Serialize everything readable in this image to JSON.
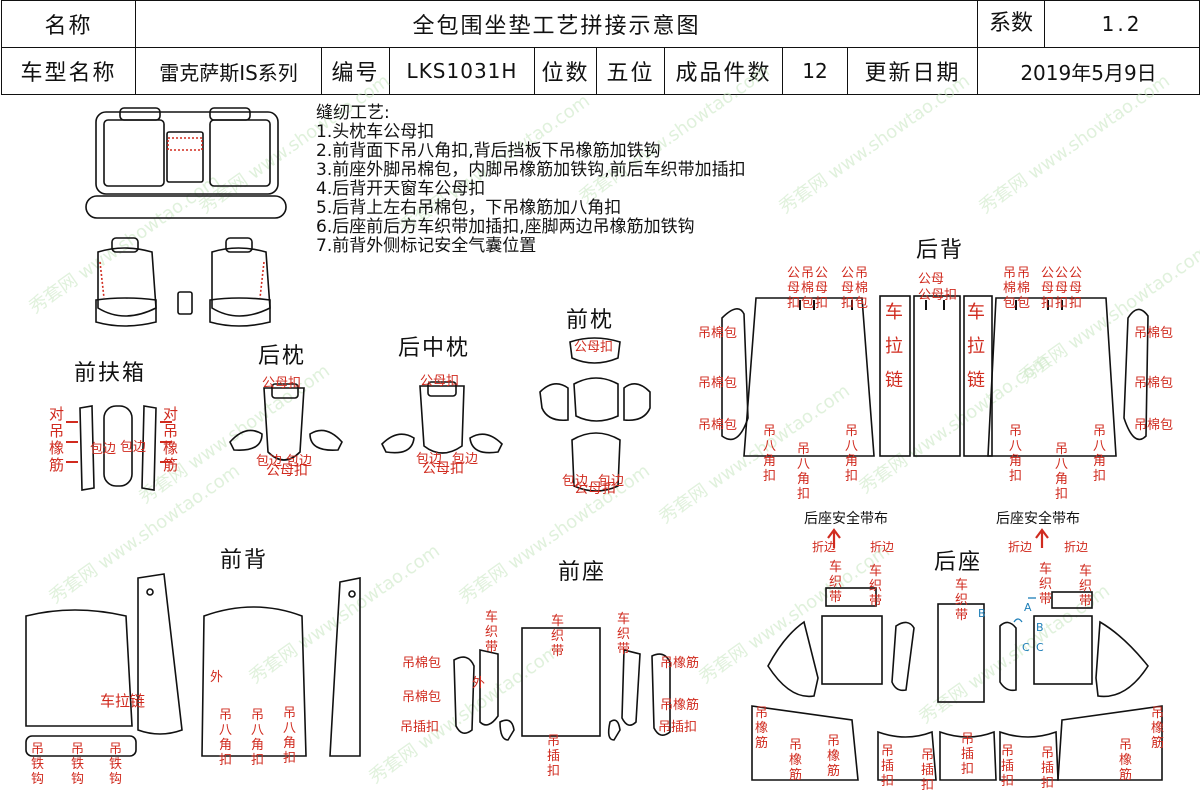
{
  "header": {
    "name_label": "名称",
    "title": "全包围坐垫工艺拼接示意图",
    "coef_label": "系数",
    "coef_value": "1.2",
    "model_label": "车型名称",
    "model_value": "雷克萨斯IS系列",
    "code_label": "编号",
    "code_value": "LKS1031H",
    "seats_label": "位数",
    "seats_value": "五位",
    "pieces_label": "成品件数",
    "pieces_value": "12",
    "date_label": "更新日期",
    "date_value": "2019年5月9日"
  },
  "process": {
    "title": "缝纫工艺:",
    "steps": [
      "1.头枕车公母扣",
      "2.前背面下吊八角扣,背后挡板下吊橡筋加铁钩",
      "3.前座外脚吊棉包，内脚吊橡筋加铁钩,前后车织带加插扣",
      "4.后背开天窗车公母扣",
      "5.后背上左右吊棉包，下吊橡筋加八角扣",
      "6.后座前后方车织带加插扣,座脚两边吊橡筋加铁钩",
      "7.前背外侧标记安全气囊位置"
    ]
  },
  "sections": {
    "front_armrest": "前扶箱",
    "rear_pillow": "后枕",
    "rear_mid_pillow": "后中枕",
    "front_pillow": "前枕",
    "rear_back": "后背",
    "front_back": "前背",
    "front_seat": "前座",
    "rear_seat": "后座"
  },
  "notes": {
    "dui_diao_xiang_jin": "对吊橡筋",
    "bao_bian": "包边",
    "gong_mu_kou": "公母扣",
    "gong_mu": "公母",
    "diao_mian_bao": "吊棉包",
    "diao_ba_jiao_kou": "吊八角扣",
    "gong_mu_kou_v": "公母扣",
    "diao_mian_bao_v": "吊棉包",
    "che_la_lian": "车拉链",
    "diao_tie_gou": "吊铁钩",
    "wai": "外",
    "che_zhi_dai": "车织带",
    "diao_cha_kou": "吊插扣",
    "diao_xiang_jin": "吊橡筋",
    "anquan_daibu": "后座安全带布",
    "zhe_bian": "折边",
    "marker_b": "B",
    "marker_c": "C",
    "marker_a": "A"
  },
  "watermark": "秀套网 www.showtao.com"
}
